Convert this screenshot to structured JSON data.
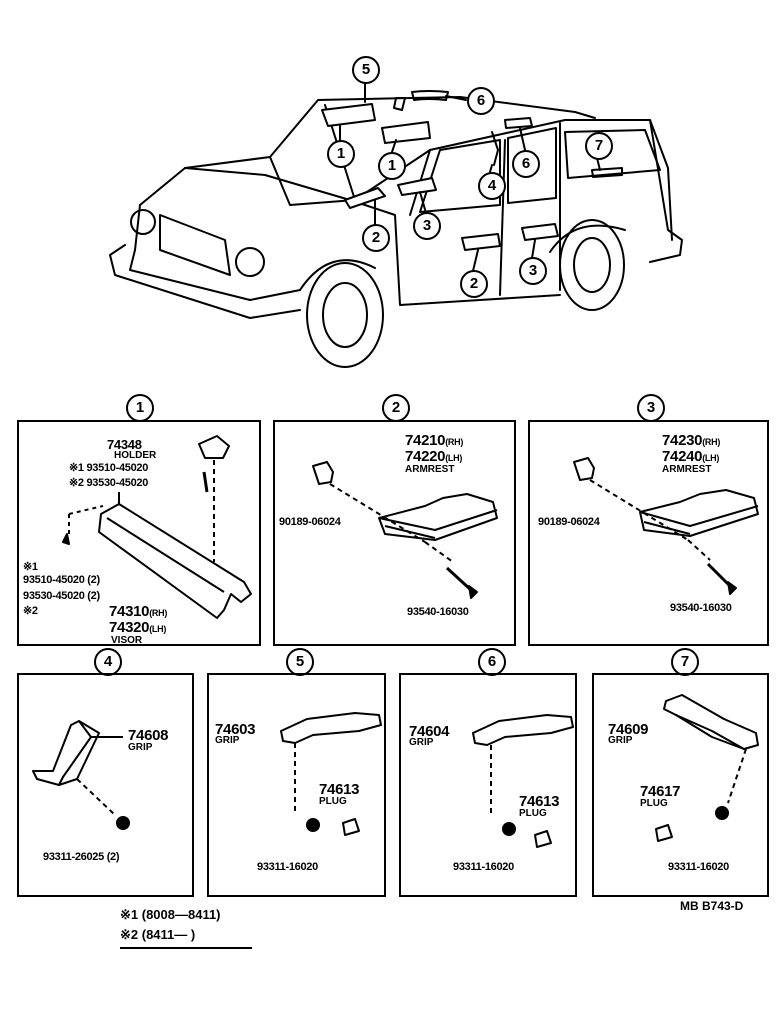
{
  "callouts": {
    "c1": "1",
    "c2": "2",
    "c3": "3",
    "c4": "4",
    "c5": "5",
    "c6": "6",
    "c7": "7"
  },
  "panels": {
    "p1": {
      "num": "1",
      "holder_pn": "74348",
      "holder_lbl": "HOLDER",
      "pn_a": "※1 93510-45020",
      "pn_b": "※2 93530-45020",
      "left_mark1": "※1",
      "left_pn1": "93510-45020 (2)",
      "left_pn2": "93530-45020 (2)",
      "left_mark2": "※2",
      "visor_rh": "74310",
      "visor_lh": "74320",
      "rh": "(RH)",
      "lh": "(LH)",
      "visor_lbl": "VISOR"
    },
    "p2": {
      "num": "2",
      "rh_pn": "74210",
      "lh_pn": "74220",
      "rh": "(RH)",
      "lh": "(LH)",
      "lbl": "ARMREST",
      "clip_pn": "90189-06024",
      "screw_pn": "93540-16030"
    },
    "p3": {
      "num": "3",
      "rh_pn": "74230",
      "lh_pn": "74240",
      "rh": "(RH)",
      "lh": "(LH)",
      "lbl": "ARMREST",
      "clip_pn": "90189-06024",
      "screw_pn": "93540-16030"
    },
    "p4": {
      "num": "4",
      "pn": "74608",
      "lbl": "GRIP",
      "screw_pn": "93311-26025 (2)"
    },
    "p5": {
      "num": "5",
      "pn": "74603",
      "lbl": "GRIP",
      "plug_pn": "74613",
      "plug_lbl": "PLUG",
      "screw_pn": "93311-16020"
    },
    "p6": {
      "num": "6",
      "pn": "74604",
      "lbl": "GRIP",
      "plug_pn": "74613",
      "plug_lbl": "PLUG",
      "screw_pn": "93311-16020"
    },
    "p7": {
      "num": "7",
      "pn": "74609",
      "lbl": "GRIP",
      "plug_pn": "74617",
      "plug_lbl": "PLUG",
      "screw_pn": "93311-16020"
    }
  },
  "footnotes": {
    "n1": "※1 (8008—8411)",
    "n2": "※2 (8411—        )",
    "code": "MB  B743-D"
  }
}
